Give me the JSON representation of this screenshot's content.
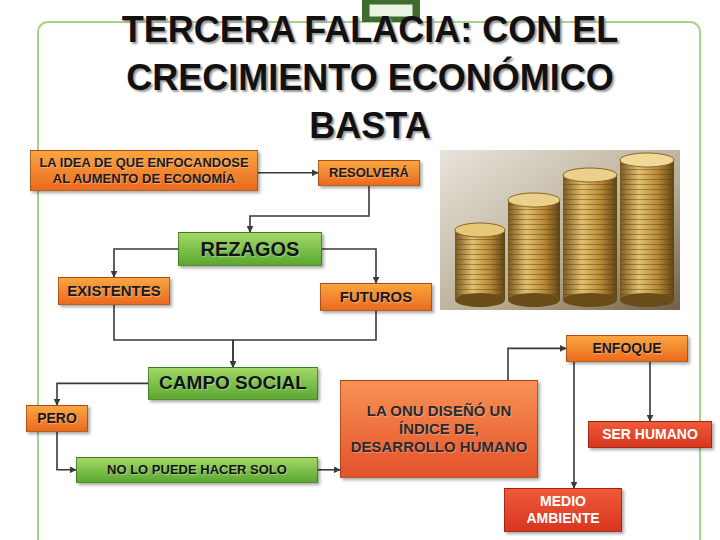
{
  "diagram": {
    "title": "TERCERA FALACIA: CON EL CRECIMIENTO ECONÓMICO BASTA",
    "nodes": [
      {
        "text": [
          "LA IDEA DE QUE ENFOCANDOSE AL AUMENTO DE ECONOMÍA"
        ]
      },
      {
        "text": [
          "RESOLVERÁ"
        ]
      },
      {
        "text": [
          "REZAGOS"
        ]
      },
      {
        "text": [
          "EXISTENTES"
        ]
      },
      {
        "text": [
          "FUTUROS"
        ]
      },
      {
        "text": [
          "ENFOQUE"
        ]
      },
      {
        "text": [
          "CAMPO SOCIAL"
        ]
      },
      {
        "text": [
          "PERO"
        ]
      },
      {
        "text": [
          "LA ONU DISEÑÓ UN ÍNDICE DE, DESARROLLO HUMANO"
        ]
      },
      {
        "text": [
          "SER HUMANO"
        ]
      },
      {
        "text": [
          "NO LO PUEDE HACER SOLO"
        ]
      },
      {
        "text": [
          "MEDIO AMBIENTE"
        ]
      }
    ],
    "edges": [
      {
        "from": 0,
        "to": 1,
        "arrow": "to"
      },
      {
        "from": 1,
        "to": 2,
        "arrow": "to"
      },
      {
        "from": 2,
        "to": 3,
        "arrow": "to"
      },
      {
        "from": 2,
        "to": 4,
        "arrow": "to"
      },
      {
        "from": 3,
        "to": 6,
        "arrow": "to"
      },
      {
        "from": 4,
        "to": 6,
        "arrow": "to"
      },
      {
        "from": 6,
        "to": 7,
        "arrow": "to"
      },
      {
        "from": 7,
        "to": 10,
        "arrow": "to"
      },
      {
        "from": 10,
        "to": 8,
        "arrow": "to"
      },
      {
        "from": 8,
        "to": 5,
        "arrow": "to"
      },
      {
        "from": 5,
        "to": 9,
        "arrow": "to"
      },
      {
        "from": 5,
        "to": 11,
        "arrow": "to"
      }
    ]
  }
}
